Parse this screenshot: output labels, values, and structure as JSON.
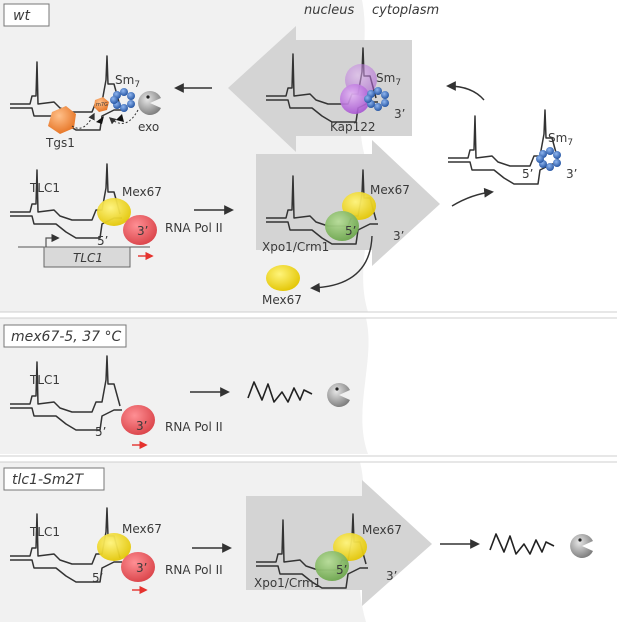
{
  "compartments": {
    "nucleus": "nucleus",
    "cytoplasm": "cytoplasm"
  },
  "panels": [
    {
      "label": "wt",
      "labels": {
        "sm7": "Sm7",
        "exo": "exo",
        "tgs1": "Tgs1",
        "kap122": "Kap122",
        "tlc1": "TLC1",
        "mex67": "Mex67",
        "rna_pol_ii": "RNA Pol II",
        "gene": "TLC1",
        "five_prime": "5’",
        "three_prime": "3’",
        "xpo1": "Xpo1/Crm1",
        "m7g": "m7G"
      }
    },
    {
      "label": "mex67-5, 37 °C",
      "labels": {
        "tlc1": "TLC1",
        "five_prime": "5’",
        "three_prime": "3’",
        "rna_pol_ii": "RNA Pol II"
      }
    },
    {
      "label": "tlc1-Sm2T",
      "labels": {
        "tlc1": "TLC1",
        "mex67": "Mex67",
        "five_prime": "5’",
        "three_prime": "3’",
        "rna_pol_ii": "RNA Pol II",
        "xpo1": "Xpo1/Crm1"
      }
    }
  ],
  "colors": {
    "nucleus_bg": "#f1f1f1",
    "arrow_fill": "#d4d4d4",
    "mex67": "#ecd300",
    "pol2": "#e2484f",
    "xpo1": "#7fb35e",
    "kap122": "#b56bd9",
    "sm7": "#2f62b0",
    "tgs1": "#f08a3c",
    "exo": "#8c8c8c",
    "promoter_arrow": "#e5322d"
  }
}
